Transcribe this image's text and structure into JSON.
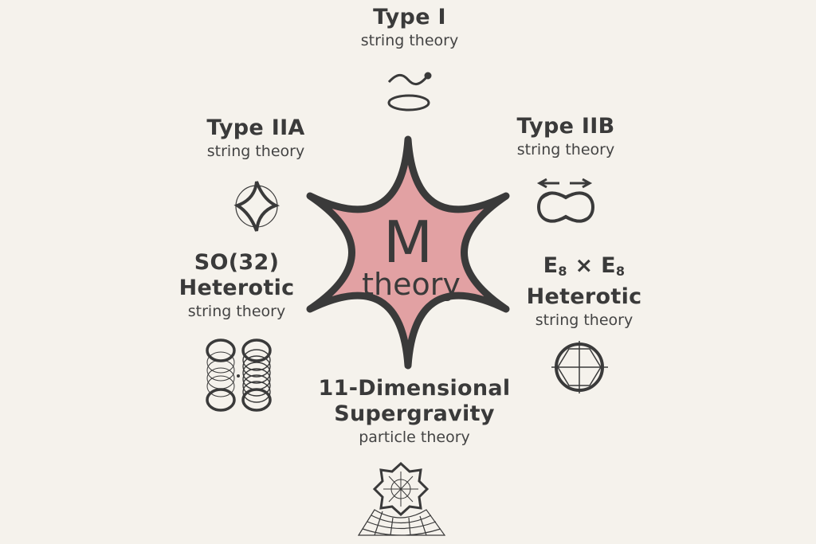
{
  "colors": {
    "background": "#f5f2ec",
    "star_fill": "#e2a1a3",
    "ink": "#3a3a3a"
  },
  "center": {
    "big": "M",
    "small": "theory"
  },
  "nodes": [
    {
      "title": "Type I",
      "subtitle": "string theory",
      "icon": "open-closed-string-icon"
    },
    {
      "title": "Type IIB",
      "subtitle": "string theory",
      "icon": "peanut-loop-arrows-icon"
    },
    {
      "title_main": "E",
      "title_sub": "8",
      "title_times": " × ",
      "title_main2": "E",
      "title_sub2": "8",
      "title2": "Heterotic",
      "subtitle": "string theory",
      "icon": "hexagon-circle-icon"
    },
    {
      "title": "11-Dimensional",
      "title2": "Supergravity",
      "subtitle": "particle theory",
      "icon": "membrane-grid-icon"
    },
    {
      "title": "SO(32)",
      "title2": "Heterotic",
      "subtitle": "string theory",
      "icon": "coiled-tubes-icon"
    },
    {
      "title": "Type IIA",
      "subtitle": "string theory",
      "icon": "wavy-loop-icon"
    }
  ]
}
